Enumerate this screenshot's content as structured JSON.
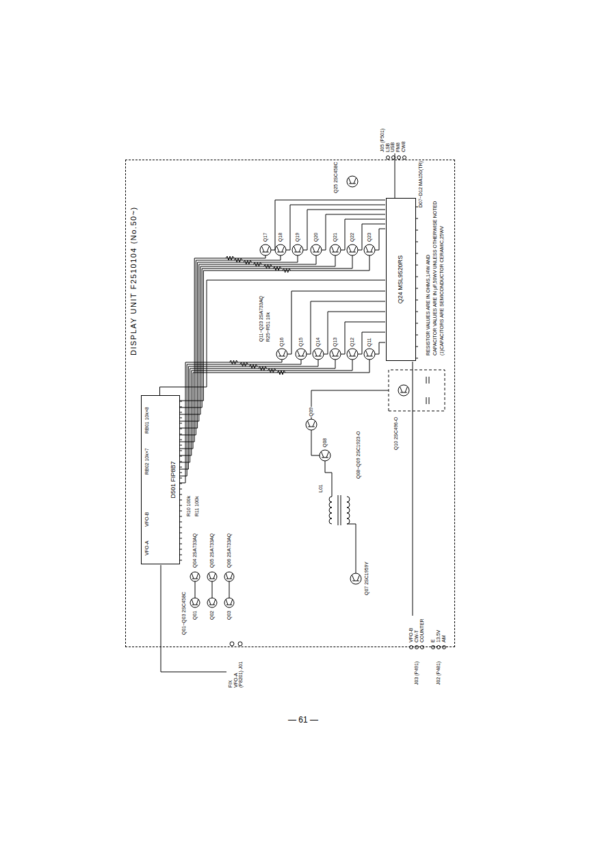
{
  "diagram": {
    "nodes": [
      {
        "text": [
          "DISPLAY UNIT F2510104 (No.50~)"
        ]
      },
      {
        "text": [
          "D501 FIP8B7"
        ],
        "in": 0
      },
      {
        "text": [
          "Q24 MSL9520RS"
        ],
        "in": 0
      },
      {
        "text": [
          "FIX",
          "VFO-A",
          "(P8201) J01"
        ]
      },
      {
        "text": [
          "J03 (P491)",
          "VFO-B",
          "CW-T",
          "COUNTER"
        ]
      },
      {
        "text": [
          "J02 (P481)",
          "E",
          "13.5V",
          "AM"
        ]
      },
      {
        "text": [
          "J05 (P501)",
          "LSB",
          "USB",
          "FM8",
          "CW8"
        ]
      }
    ],
    "edges": [
      {
        "from": 2,
        "to": 1,
        "arrow": "none"
      },
      {
        "from": 4,
        "to": 2,
        "arrow": "none"
      },
      {
        "from": 3,
        "to": 1,
        "arrow": "none"
      },
      {
        "from": 6,
        "to": 2,
        "arrow": "none"
      }
    ],
    "labels": [
      "Q01~Q03 2SC458C",
      "Q01",
      "Q02",
      "Q03",
      "Q04 2SA733AQ",
      "Q05 2SA733AQ",
      "Q06 2SA733AQ",
      "R10 100k",
      "R11 100k",
      "RB01 10k×8",
      "RB02 10k×7",
      "VFO-A",
      "VFO-B",
      "Q11~Q23 2SA733AQ",
      "R25~R51 10k",
      "Q16",
      "Q15",
      "Q14",
      "Q13",
      "Q12",
      "Q11",
      "Q17",
      "Q18",
      "Q19",
      "Q20",
      "Q21",
      "Q22",
      "Q23",
      "Q25 2SC458C",
      "Q07 2SC1959Y",
      "L01",
      "Q08",
      "Q09",
      "Q08~Q09 2SC1923-O",
      "Q10 2SC496-O",
      "D07~D12 MA150(TR)",
      "RESISTOR VALUES ARE IN OHMS,1/4W AND",
      "CAPACITOR VALUES ARE IN μF,50WV UNLESS OTHERWISE NOTED",
      "(1)CAPACITORS ARE SEMICONDUCTOR CERAMIC,25WV",
      "— 61 —"
    ]
  }
}
